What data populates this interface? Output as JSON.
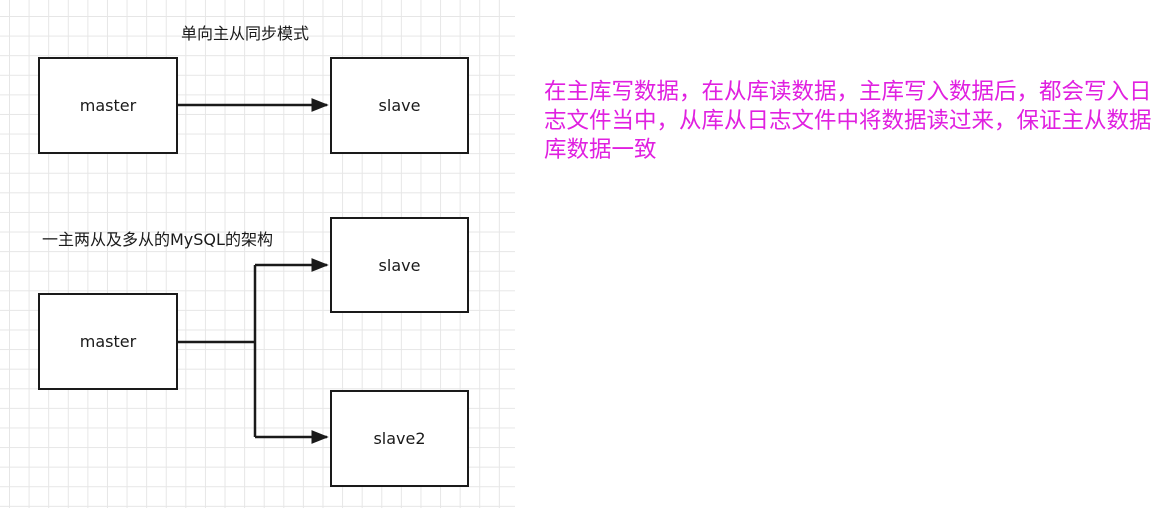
{
  "diagram_top": {
    "title": "单向主从同步模式",
    "master_label": "master",
    "slave_label": "slave"
  },
  "diagram_bottom": {
    "title": "一主两从及多从的MySQL的架构",
    "master_label": "master",
    "slave1_label": "slave",
    "slave2_label": "slave2"
  },
  "note": {
    "text": "在主库写数据，在从库读数据，主库写入数据后，都会写入日志文件当中，从库从日志文件中将数据读过来，保证主从数据库数据一致",
    "color": "#e020e0"
  },
  "colors": {
    "stroke": "#1a1a1a",
    "grid": "#e6e6e6"
  }
}
